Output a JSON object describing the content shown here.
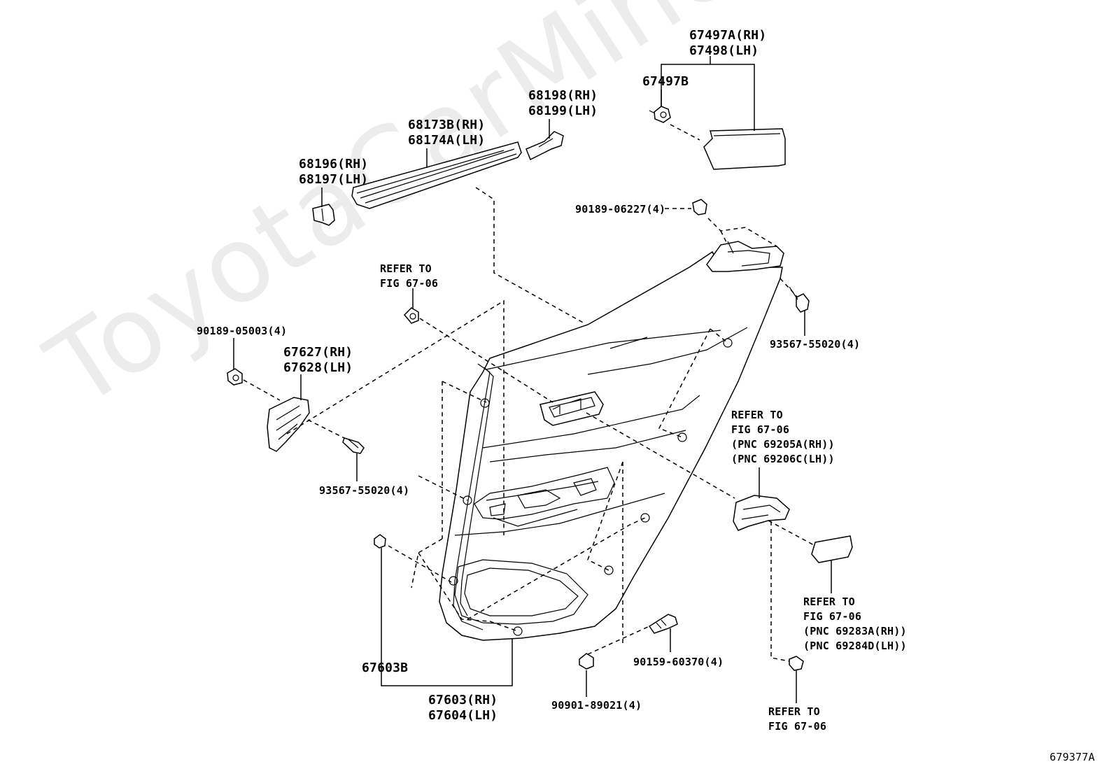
{
  "watermark": "ToyotaCarMine.ru",
  "figure_code": "679377A",
  "labels": {
    "p67497a": "67497A(RH)",
    "p67498": "67498(LH)",
    "p67497b": "67497B",
    "p68198": "68198(RH)",
    "p68199": "68199(LH)",
    "p68173b": "68173B(RH)",
    "p68174a": "68174A(LH)",
    "p68196": "68196(RH)",
    "p68197": "68197(LH)",
    "p90189_06227": "90189-06227(4)",
    "refer1_a": "REFER TO",
    "refer1_b": "FIG 67-06",
    "p93567_top": "93567-55020(4)",
    "p90189_05003": "90189-05003(4)",
    "p67627": "67627(RH)",
    "p67628": "67628(LH)",
    "refer2_a": "REFER TO",
    "refer2_b": "FIG 67-06",
    "refer2_c": "(PNC 69205A(RH))",
    "refer2_d": "(PNC 69206C(LH))",
    "p93567_left": "93567-55020(4)",
    "refer3_a": "REFER TO",
    "refer3_b": "FIG 67-06",
    "refer3_c": "(PNC 69283A(RH))",
    "refer3_d": "(PNC 69284D(LH))",
    "p90159": "90159-60370(4)",
    "p67603b": "67603B",
    "p67603": "67603(RH)",
    "p67604": "67604(LH)",
    "p90901": "90901-89021(4)",
    "refer4_a": "REFER TO",
    "refer4_b": "FIG 67-06"
  }
}
